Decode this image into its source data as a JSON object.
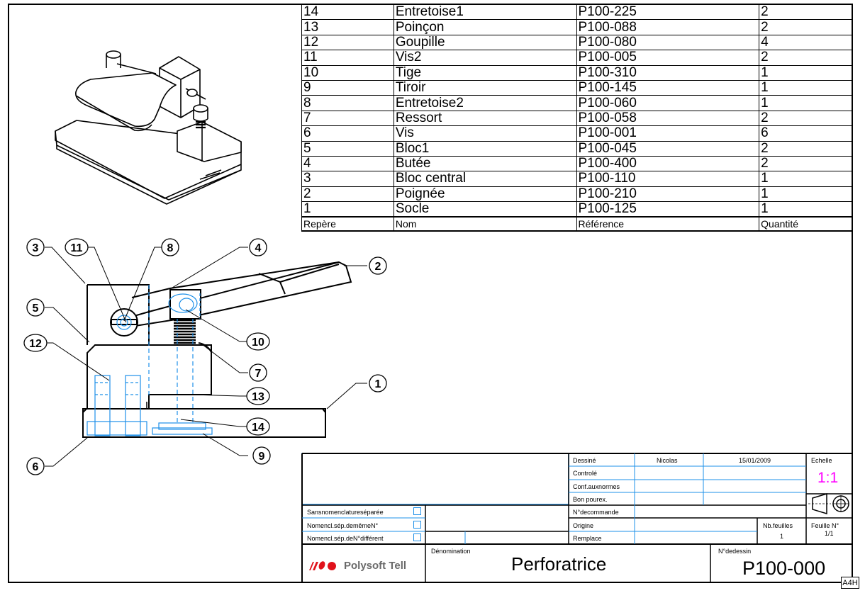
{
  "bom": {
    "headers": {
      "repere": "Repère",
      "nom": "Nom",
      "reference": "Référence",
      "quantite": "Quantité"
    },
    "rows": [
      {
        "repere": "14",
        "nom": "Entretoise1",
        "reference": "P100-225",
        "quantite": "2"
      },
      {
        "repere": "13",
        "nom": "Poinçon",
        "reference": "P100-088",
        "quantite": "2"
      },
      {
        "repere": "12",
        "nom": "Goupille",
        "reference": "P100-080",
        "quantite": "4"
      },
      {
        "repere": "11",
        "nom": "Vis2",
        "reference": "P100-005",
        "quantite": "2"
      },
      {
        "repere": "10",
        "nom": "Tige",
        "reference": "P100-310",
        "quantite": "1"
      },
      {
        "repere": "9",
        "nom": "Tiroir",
        "reference": "P100-145",
        "quantite": "1"
      },
      {
        "repere": "8",
        "nom": "Entretoise2",
        "reference": "P100-060",
        "quantite": "1"
      },
      {
        "repere": "7",
        "nom": "Ressort",
        "reference": "P100-058",
        "quantite": "2"
      },
      {
        "repere": "6",
        "nom": "Vis",
        "reference": "P100-001",
        "quantite": "6"
      },
      {
        "repere": "5",
        "nom": "Bloc1",
        "reference": "P100-045",
        "quantite": "2"
      },
      {
        "repere": "4",
        "nom": "Butée",
        "reference": "P100-400",
        "quantite": "2"
      },
      {
        "repere": "3",
        "nom": "Bloc central",
        "reference": "P100-110",
        "quantite": "1"
      },
      {
        "repere": "2",
        "nom": "Poignée",
        "reference": "P100-210",
        "quantite": "1"
      },
      {
        "repere": "1",
        "nom": "Socle",
        "reference": "P100-125",
        "quantite": "1"
      }
    ]
  },
  "balloons": [
    "1",
    "2",
    "3",
    "4",
    "5",
    "6",
    "7",
    "8",
    "9",
    "10",
    "11",
    "12",
    "13",
    "14"
  ],
  "title_block": {
    "dessine_label": "Dessiné",
    "dessine_name": "Nicolas",
    "dessine_date": "15/01/2009",
    "controle_label": "Controlé",
    "conf_label": "Conf.auxnormes",
    "bon_label": "Bon pourex.",
    "commande_label": "N°decommande",
    "origine_label": "Origine",
    "remplace_label": "Remplace",
    "nb_feuilles_label": "Nb.feuilles",
    "nb_feuilles_value": "1",
    "feuille_label": "Feuille N°",
    "feuille_value": "1/1",
    "echelle_label": "Echelle",
    "echelle_value": "1:1",
    "sans_nomenclature": "Sansnomenclatureséparée",
    "nomencl_meme": "Nomencl.sép.demêmeN°",
    "nomencl_diff": "Nomencl.sép.deN°différent",
    "denomination_label": "Dénomination",
    "denomination_value": "Perforatrice",
    "n_dessin_label": "N°dedessin",
    "n_dessin_value": "P100-000",
    "company": "Polysoft Tell",
    "format": "A4H"
  },
  "colors": {
    "hidden_lines": "#1e90e8",
    "scale": "#ff00ff",
    "logo_red": "#e0121b",
    "logo_gray": "#6a6a6a"
  }
}
